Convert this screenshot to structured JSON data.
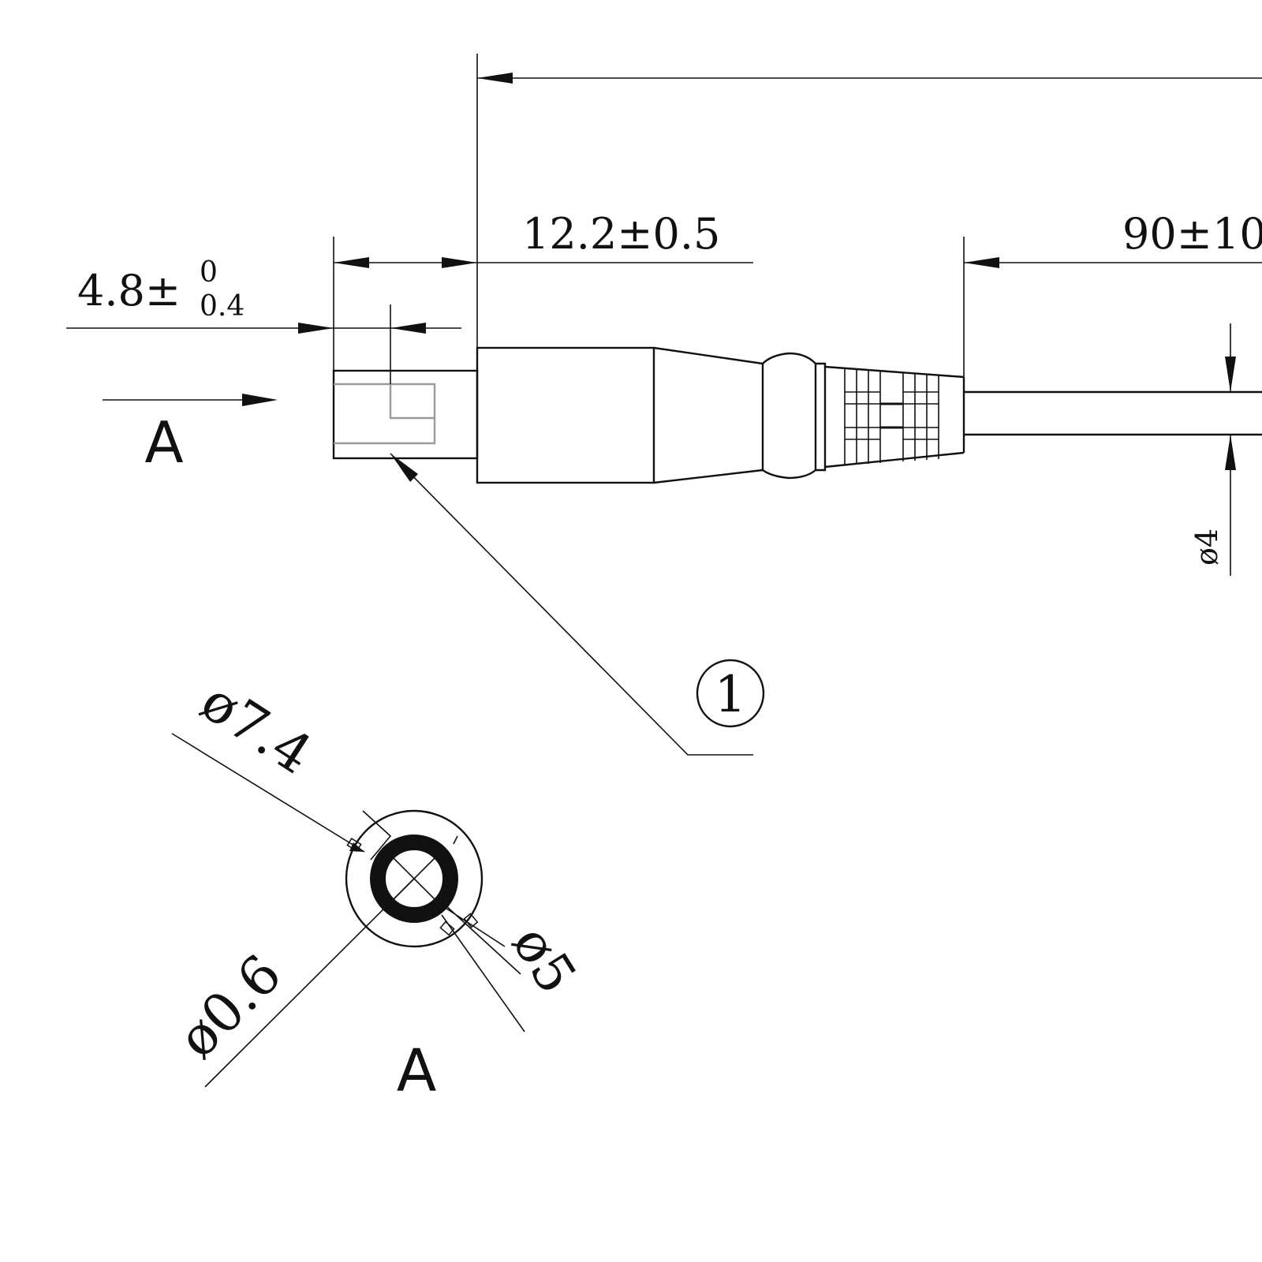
{
  "dimensions": {
    "overall_length": "",
    "connector_body": "12.2±0.5",
    "tip_length": {
      "nominal": "4.8±",
      "upper_tol": "0",
      "lower_tol": "0.4"
    },
    "strain_relief": "90±10",
    "cable_diameter": "ø4"
  },
  "balloon": {
    "number": "1"
  },
  "view_arrow": {
    "label": "A"
  },
  "end_view": {
    "title": "A",
    "outer_diameter": "ø7.4",
    "inner_diameter": "ø5",
    "pin_diameter": "ø0.6"
  }
}
